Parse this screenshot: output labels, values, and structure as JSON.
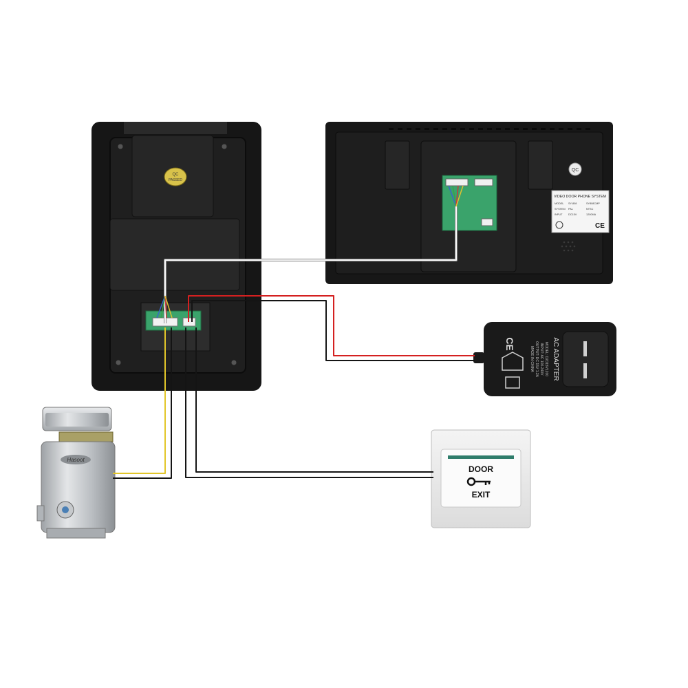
{
  "outdoor_unit": {
    "badge_line1": "QC",
    "badge_line2": "PASSED"
  },
  "indoor_monitor": {
    "qc_label": "QC",
    "sticker_title": "VIDEO DOOR PHONE SYSTEM",
    "sticker_rows": [
      [
        "MODEL",
        "SY-808",
        "SY808CMP"
      ],
      [
        "SYSTEM",
        "PAL",
        "NTSC"
      ],
      [
        "INPUT",
        "DC15V",
        "1200MA"
      ]
    ],
    "ce_mark": "CE"
  },
  "power_adapter": {
    "heading": "AC ADAPTER",
    "lines": [
      "MODEL: DZ015V1200",
      "INPUT: AC 100-240V",
      "OUTPUT: DC 15V 1.2A",
      "MADE IN CHINA"
    ],
    "ce_mark": "CE"
  },
  "electric_lock": {
    "brand": "Hasoot"
  },
  "exit_button": {
    "top_text": "DOOR",
    "bottom_text": "EXIT"
  },
  "colors": {
    "background": "#ffffff",
    "device_body": "#1a1a1a",
    "device_panel": "#232323",
    "signal_wire": "#8a8a8a",
    "power_wire_red": "#d42020",
    "power_wire_black": "#141414",
    "lock_wire_yellow": "#e2c62a",
    "pcb_green": "#3aa36b"
  }
}
